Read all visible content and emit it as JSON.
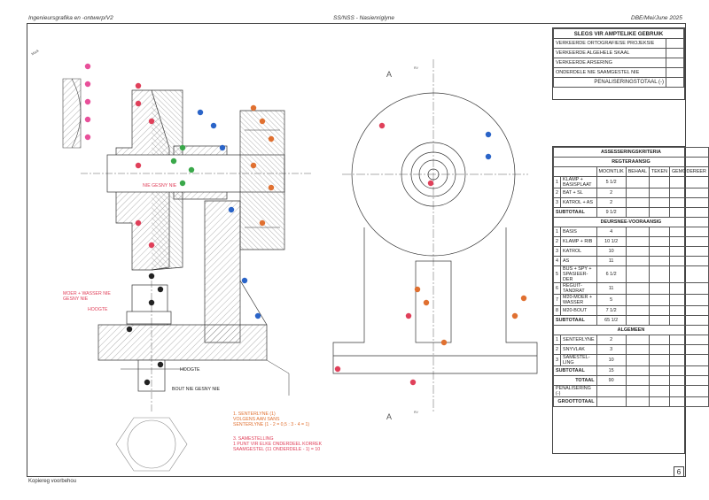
{
  "header": {
    "left": "Ingenieursgrafika en -ontwerp/V2",
    "center": "SS/NSS - Nasienriglyne",
    "right": "DBE/Mei/June 2025"
  },
  "footer": {
    "copyright": "Kopiereg voorbehou"
  },
  "page_number": "6",
  "official_use": {
    "title": "SLEGS VIR AMPTELIKE GEBRUIK",
    "rows": [
      "VERKEERDE ORTOGRAFIESE PROJEKSIE",
      "VERKEERDE ALGEHELE SKAAL",
      "VERKEERDE ARSERING",
      "ONDERDELE NIE SAAMGESTEL NIE"
    ],
    "penalty_total": "PENALISERINGSTOTAAL (-)"
  },
  "assessment": {
    "title": "ASSESSERINGSKRITERIA",
    "columns": [
      "MOONTLIK",
      "BEHAAL",
      "TEKEN",
      "GEMODEREER"
    ],
    "sections": [
      {
        "heading": "REGTERAANSIG",
        "rows": [
          {
            "n": "1",
            "label": "KLAMP + BASISPLAAT",
            "max": "5 1/2"
          },
          {
            "n": "2",
            "label": "BAT + SL",
            "max": "2"
          },
          {
            "n": "3",
            "label": "KATROL + AS",
            "max": "2"
          }
        ],
        "subtotal_label": "SUBTOTAAL",
        "subtotal": "9 1/2"
      },
      {
        "heading": "DEURSNEE-VOORAANSIG",
        "rows": [
          {
            "n": "1",
            "label": "BASIS",
            "max": "4"
          },
          {
            "n": "2",
            "label": "KLAMP + RIB",
            "max": "10 1/2"
          },
          {
            "n": "3",
            "label": "KATROL",
            "max": "10"
          },
          {
            "n": "4",
            "label": "AS",
            "max": "11"
          },
          {
            "n": "5",
            "label": "BUS + SPY + SPASIEER-DER",
            "max": "6 1/2"
          },
          {
            "n": "6",
            "label": "REGUIT-TANDRAT",
            "max": "11"
          },
          {
            "n": "7",
            "label": "M20-MOER + WASSER",
            "max": "5"
          },
          {
            "n": "8",
            "label": "M20-BOUT",
            "max": "7 1/2"
          }
        ],
        "subtotal_label": "SUBTOTAAL",
        "subtotal": "65 1/2"
      },
      {
        "heading": "ALGEMEEN",
        "rows": [
          {
            "n": "1",
            "label": "SENTERLYNE",
            "max": "2"
          },
          {
            "n": "2",
            "label": "SNYVLAK",
            "max": "3"
          },
          {
            "n": "3",
            "label": "SAMESTEL-LING",
            "max": "10"
          }
        ],
        "subtotal_label": "SUBTOTAAL",
        "subtotal": "15"
      }
    ],
    "total_label": "TOTAAL",
    "total": "90",
    "penalty_label": "PENALISERING (-)",
    "grand_total_label": "GROOTTOTAAL"
  },
  "drawing_labels": {
    "cut_note": "NIE GESNY NIE",
    "nut_washer": "MOER + WASSER NIE GESNY NIE",
    "height_left": "HOOGTE",
    "height_right": "HOOGTE",
    "bolt_not_cut": "BOUT NIE GESNY NIE",
    "section_marker": "A",
    "view_code": "RV",
    "stamp": "Mark",
    "notes": [
      "1.  SENTERLYNE (1)",
      "VOLGENS AAN SANS",
      "SENTERLYNE (1 - 2 = 0,5 : 3 - 4 = 1)",
      "3.  SAMESTELLING",
      "1 PUNT VIR ELKE ONDERDEEL KORREK",
      "SAAMGESTEL (11 ONDERDELE - 1) = 10"
    ]
  },
  "colors": {
    "red": "#e0405a",
    "blue": "#2a64c8",
    "green": "#3aa84a",
    "orange": "#e07030",
    "pink": "#e8509a",
    "black": "#222222"
  }
}
